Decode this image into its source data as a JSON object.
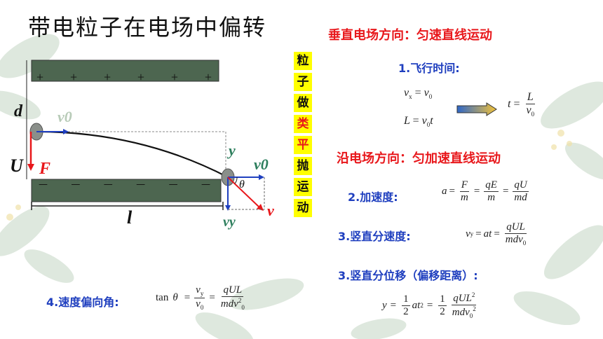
{
  "title": "带电粒子在电场中偏转",
  "vertical_title_chars": [
    "粒",
    "子",
    "做",
    "类",
    "平",
    "抛",
    "运",
    "动"
  ],
  "section1_heading": "垂直电场方向：匀速直线运动",
  "flight_time_label": "1.飞行时间:",
  "section2_heading": "沿电场方向：匀加速直线运动",
  "acceleration_label": "2.加速度:",
  "vertical_velocity_label": "3.竖直分速度:",
  "displacement_label": "3.竖直分位移（偏移距离）:",
  "deflection_angle_label": "4.速度偏向角:",
  "diagram": {
    "plate_plus_signs": [
      "+",
      "+",
      "+",
      "+",
      "+",
      "+"
    ],
    "plate_minus_signs": [
      "—",
      "—",
      "—",
      "—",
      "—",
      "—"
    ],
    "label_d": "d",
    "label_U": "U",
    "label_F": "F",
    "label_v0_entry": "v0",
    "label_y": "y",
    "label_v0_exit": "v0",
    "label_theta": "θ",
    "label_v": "v",
    "label_vy": "vy",
    "label_l": "l"
  },
  "formulas": {
    "vx": "v",
    "vx_sub": "x",
    "eq": "=",
    "v0": "v",
    "zero": "0",
    "L": "L",
    "t": "t",
    "a": "a",
    "F": "F",
    "m": "m",
    "qE": "qE",
    "qU": "qU",
    "md": "md",
    "vy": "v",
    "vy_sub": "y",
    "at": "at",
    "mdv": "mdv",
    "y": "y",
    "half_n": "1",
    "half_d": "2",
    "at2": "at",
    "sq": "2",
    "qUL": "qUL",
    "tan": "tan",
    "theta": "θ"
  },
  "colors": {
    "accent_red": "#e8171b",
    "accent_blue": "#1f3fbf",
    "highlight": "#ffff00",
    "plate": "#4d6650",
    "green_label": "#2e7f5e"
  }
}
